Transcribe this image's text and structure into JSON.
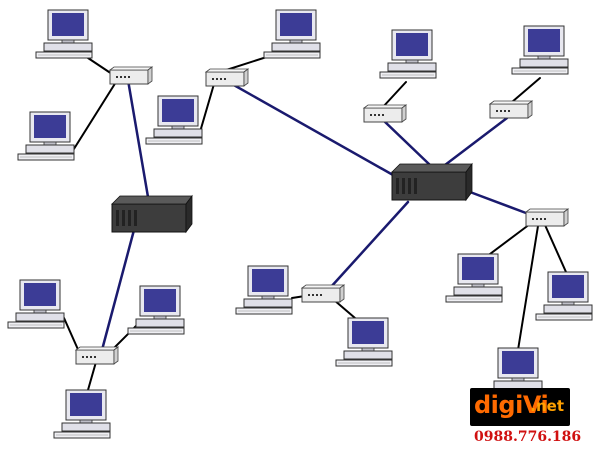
{
  "diagram": {
    "colors": {
      "background": "#ffffff",
      "backbone": "#1a1a6e",
      "cable": "#000000",
      "monitor_screen": "#3c3c96",
      "monitor_body": "#e8e8f0",
      "hub_body": "#ececec",
      "switch_body": "#3d3d3d"
    },
    "nodes": {
      "switches": [
        "switch-left",
        "switch-right"
      ],
      "hubs": [
        "hub-top-left",
        "hub-top-middle",
        "hub-right-upper-1",
        "hub-right-upper-2",
        "hub-right-lower",
        "hub-center-lower",
        "hub-bottom-left"
      ],
      "computers_count": 14
    }
  },
  "watermark": {
    "brand": "digiVi",
    "brand_suffix": ".net",
    "phone": "0988.776.186"
  }
}
